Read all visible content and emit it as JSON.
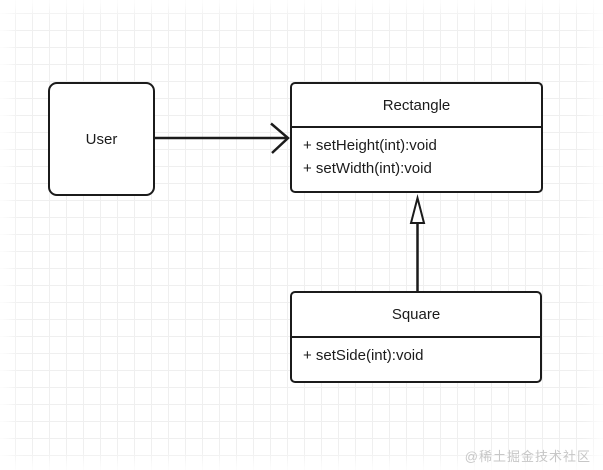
{
  "diagram": {
    "user_node": {
      "label": "User"
    },
    "rectangle_class": {
      "title": "Rectangle",
      "methods": [
        "+ setHeight(int):void",
        "+ setWidth(int):void"
      ]
    },
    "square_class": {
      "title": "Square",
      "methods": [
        "+ setSide(int):void"
      ]
    },
    "edges": [
      {
        "from": "User",
        "to": "Rectangle",
        "type": "association",
        "arrowhead": "open-arrow"
      },
      {
        "from": "Square",
        "to": "Rectangle",
        "type": "generalization",
        "arrowhead": "hollow-triangle"
      }
    ]
  },
  "watermark": {
    "text": "@稀土掘金技术社区"
  },
  "colors": {
    "stroke": "#1b1b1b",
    "background": "#ffffff",
    "grid_line": "#efefef",
    "watermark": "#c7c7c7"
  }
}
